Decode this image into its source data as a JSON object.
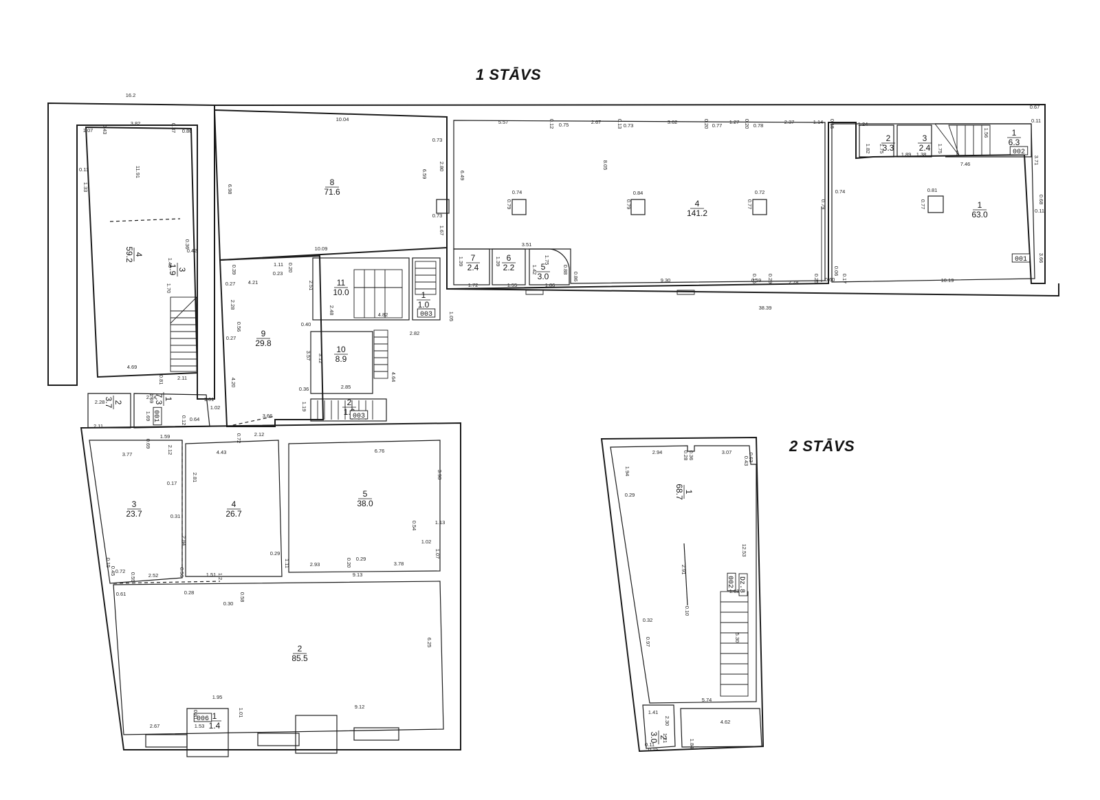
{
  "floors": [
    {
      "id": "f1",
      "title": "1 STĀVS"
    },
    {
      "id": "f2",
      "title": "2 STĀVS"
    }
  ],
  "rooms": [
    {
      "id": "a4",
      "num": "4",
      "area": "59.2"
    },
    {
      "id": "a3",
      "num": "3",
      "area": "1.9"
    },
    {
      "id": "a2",
      "num": "2",
      "area": "3.7"
    },
    {
      "id": "a1",
      "num": "1",
      "area": "7.3"
    },
    {
      "id": "b8",
      "num": "8",
      "area": "71.6"
    },
    {
      "id": "b9",
      "num": "9",
      "area": "29.8"
    },
    {
      "id": "b11",
      "num": "11",
      "area": "10.0"
    },
    {
      "id": "b1",
      "num": "1",
      "area": "1.0"
    },
    {
      "id": "b10",
      "num": "10",
      "area": "8.9"
    },
    {
      "id": "b2",
      "num": "2",
      "area": "1.2"
    },
    {
      "id": "c7",
      "num": "7",
      "area": "2.4"
    },
    {
      "id": "c6",
      "num": "6",
      "area": "2.2"
    },
    {
      "id": "c5",
      "num": "5",
      "area": "3.0"
    },
    {
      "id": "c4",
      "num": "4",
      "area": "141.2"
    },
    {
      "id": "d2",
      "num": "2",
      "area": "3.3"
    },
    {
      "id": "d3",
      "num": "3",
      "area": "2.4"
    },
    {
      "id": "d1s",
      "num": "1",
      "area": "6.3"
    },
    {
      "id": "d1",
      "num": "1",
      "area": "63.0"
    },
    {
      "id": "e3",
      "num": "3",
      "area": "23.7"
    },
    {
      "id": "e4",
      "num": "4",
      "area": "26.7"
    },
    {
      "id": "e5",
      "num": "5",
      "area": "38.0"
    },
    {
      "id": "e2",
      "num": "2",
      "area": "85.5"
    },
    {
      "id": "e1",
      "num": "1",
      "area": "1.4"
    },
    {
      "id": "u1",
      "num": "1",
      "area": "68.7"
    },
    {
      "id": "u2",
      "num": "2",
      "area": "3.0"
    }
  ],
  "tags": [
    {
      "id": "t-a001",
      "text": "001"
    },
    {
      "id": "t-b003",
      "text": "003"
    },
    {
      "id": "t-b003b",
      "text": "003"
    },
    {
      "id": "t-d002",
      "text": "002"
    },
    {
      "id": "t-d001",
      "text": "001"
    },
    {
      "id": "t-e006",
      "text": "006"
    },
    {
      "id": "t-u002",
      "text": "002"
    },
    {
      "id": "t-dz8",
      "text": "Dz.8"
    }
  ],
  "dimensions": [
    "16.2",
    "10.04",
    "5.57",
    "0.12",
    "0.75",
    "2.67",
    "0.13",
    "0.73",
    "3.62",
    "0.20",
    "0.77",
    "1.27",
    "0.20",
    "0.78",
    "2.37",
    "1.14",
    "0.15",
    "1.24",
    "0.67",
    "0.11",
    "1.07",
    "0.43",
    "3.82",
    "0.37",
    "0.86",
    "11.91",
    "0.11",
    "1.33",
    "6.98",
    "6.59",
    "2.80",
    "6.49",
    "0.73",
    "0.73",
    "1.67",
    "8.05",
    "0.74",
    "0.79",
    "0.84",
    "0.79",
    "0.72",
    "0.77",
    "0.74",
    "0.79",
    "0.81",
    "0.77",
    "3.71",
    "0.68",
    "0.11",
    "3.66",
    "1.82",
    "1.75",
    "1.89",
    "1.38",
    "1.75",
    "7.46",
    "1.56",
    "10.09",
    "3.51",
    "1.39",
    "1.72",
    "1.39",
    "1.55",
    "1.42",
    "1.75",
    "1.86",
    "0.88",
    "0.86",
    "9.30",
    "0.15",
    "0.59",
    "0.29",
    "2.78",
    "0.25",
    "0.60",
    "0.06",
    "0.17",
    "10.19",
    "38.39",
    "0.39",
    "1.11",
    "0.20",
    "0.23",
    "0.27",
    "4.21",
    "2.51",
    "2.48",
    "4.82",
    "1.05",
    "2.28",
    "0.56",
    "0.27",
    "0.40",
    "3.57",
    "3.12",
    "2.82",
    "4.64",
    "0.36",
    "2.85",
    "4.20",
    "1.19",
    "3.66",
    "1.70",
    "1.40",
    "0.42",
    "0.36",
    "4.69",
    "2.11",
    "0.81",
    "2.28",
    "2.74",
    "1.69",
    "1.69",
    "2.11",
    "0.12",
    "0.64",
    "1.01",
    "1.02",
    "0.69",
    "1.59",
    "3.77",
    "2.12",
    "0.72",
    "4.43",
    "2.12",
    "6.76",
    "0.17",
    "2.81",
    "3.98",
    "0.31",
    "2.84",
    "0.54",
    "1.13",
    "1.02",
    "1.07",
    "0.29",
    "1.11",
    "2.93",
    "0.20",
    "0.29",
    "3.78",
    "0.15",
    "0.45",
    "0.72",
    "0.59",
    "2.52",
    "0.56",
    "1.51",
    "1.2",
    "9.13",
    "0.61",
    "0.28",
    "0.30",
    "0.58",
    "6.25",
    "1.95",
    "0.81",
    "1.53",
    "1.01",
    "2.67",
    "9.12",
    "2.94",
    "0.28",
    "0.36",
    "3.07",
    "0.43",
    "0.63",
    "1.94",
    "0.29",
    "12.53",
    "2.91",
    "0.10",
    "1.68",
    "0.32",
    "0.97",
    "5.30",
    "5.74",
    "1.41",
    "2.30",
    "1.21",
    "1.84",
    "4.62",
    "0.11",
    "0.15"
  ]
}
